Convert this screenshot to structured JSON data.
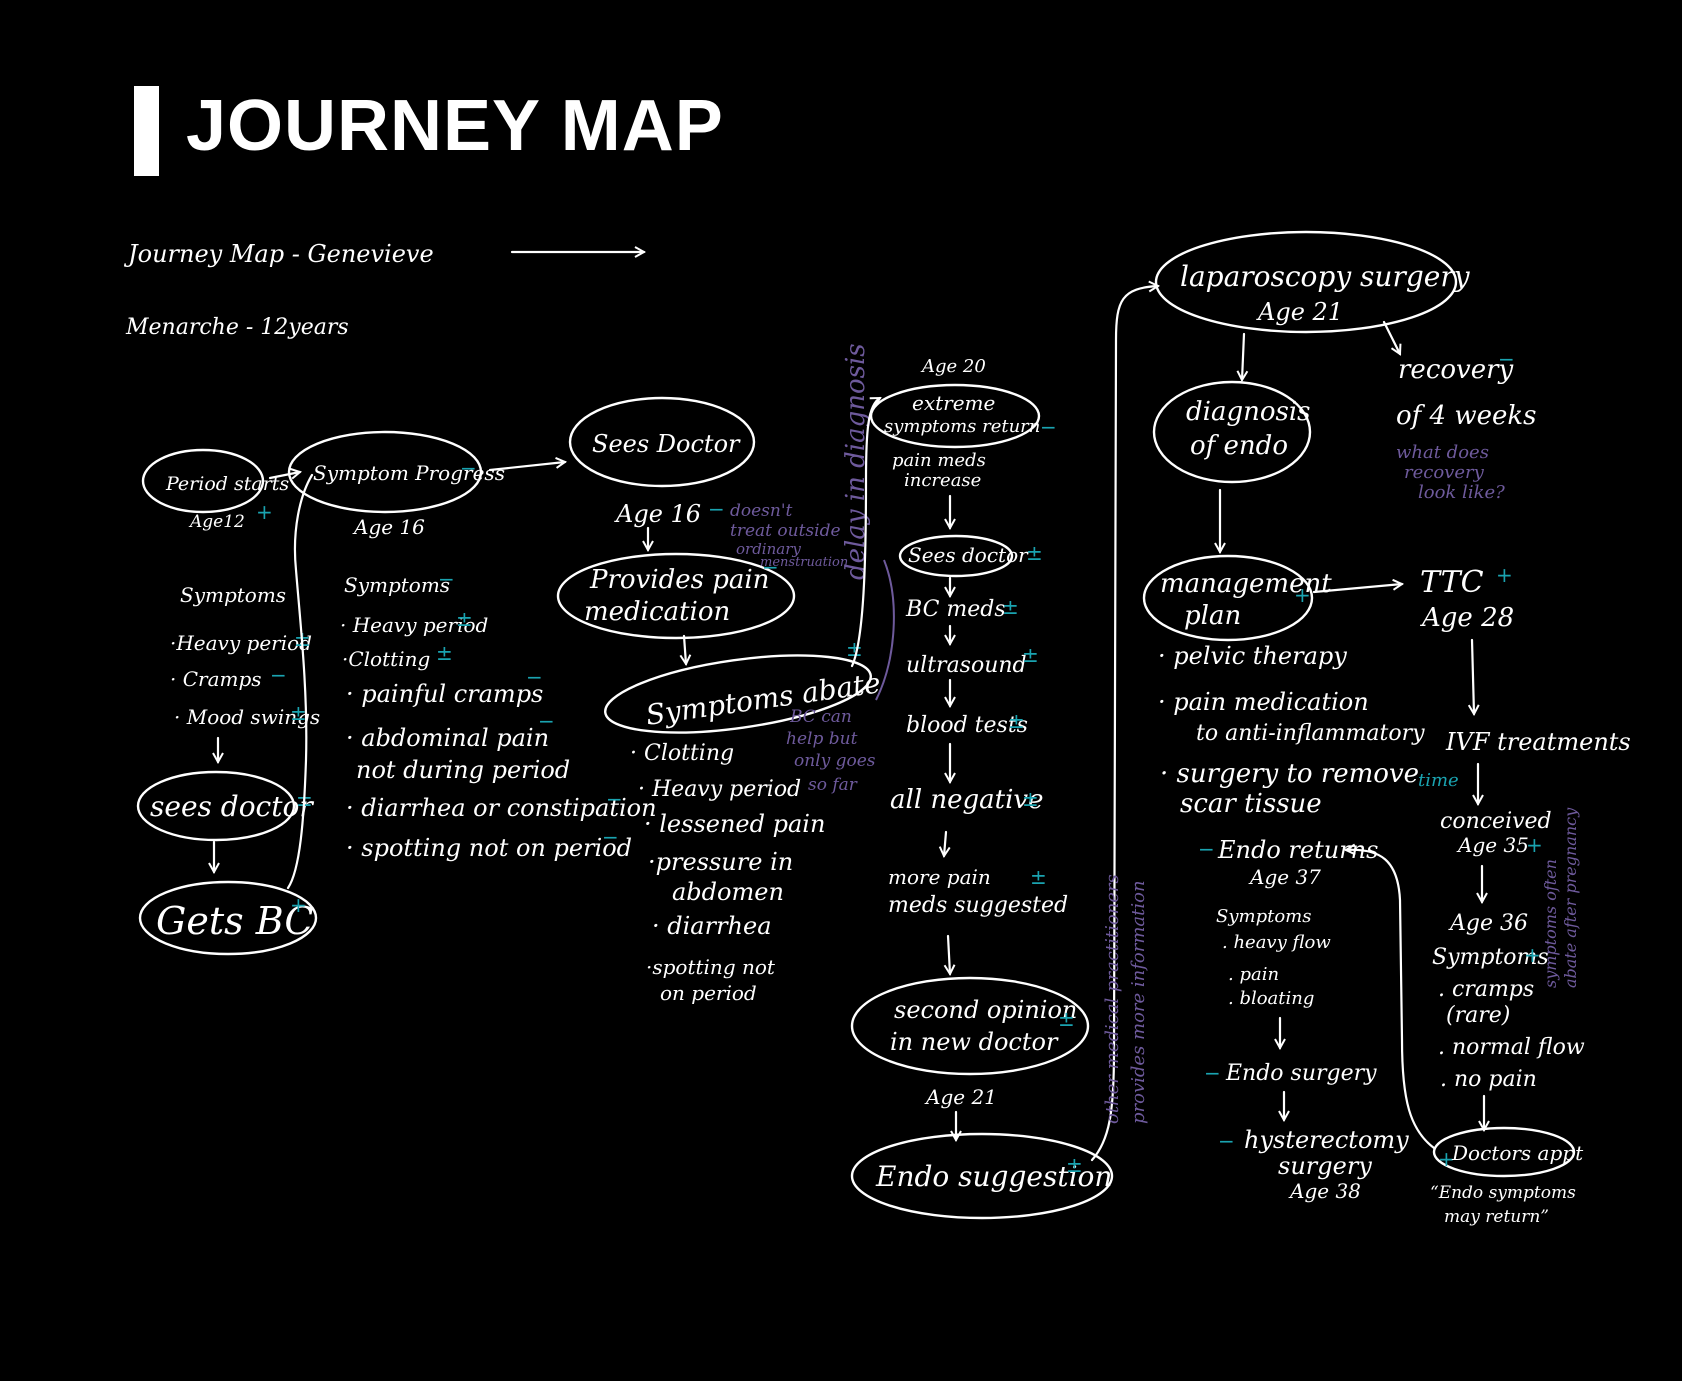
{
  "title": "JOURNEY MAP",
  "header": {
    "journey_label": "Journey Map - Genevieve",
    "menarche": "Menarche - 12years"
  },
  "nodes": {
    "period_starts": "Period starts",
    "age12": "Age12",
    "symptom_progress": "Symptom Progress",
    "age16a": "Age 16",
    "sees_doctor_1": "Sees Doctor",
    "age16b": "Age 16",
    "provides_pain_1": "Provides pain",
    "provides_pain_2": "medication",
    "symptoms_abate": "Symptoms abate",
    "sees_doctor_2": "sees doctor",
    "gets_bc": "Gets BC",
    "age20": "Age 20",
    "extreme_1": "extreme",
    "extreme_2": "symptoms return",
    "pain_meds_1": "pain meds",
    "pain_meds_2": "increase",
    "sees_doctor_3": "Sees doctor",
    "bc_meds": "BC meds",
    "ultrasound": "ultrasound",
    "blood_tests": "blood tests",
    "all_negative": "all negative",
    "more_pain_1": "more pain",
    "more_pain_2": "meds suggested",
    "second_opinion_1": "second opinion",
    "second_opinion_2": "in new doctor",
    "age21a": "Age 21",
    "endo_suggestion": "Endo suggestion",
    "laparoscopy": "laparoscopy surgery",
    "age21b": "Age 21",
    "diagnosis_1": "diagnosis",
    "diagnosis_2": "of endo",
    "recovery_1": "recovery",
    "recovery_2": "of 4 weeks",
    "management_1": "management",
    "management_2": "plan",
    "ttc": "TTC",
    "age28": "Age 28",
    "ivf": "IVF treatments",
    "time": "time",
    "conceived": "conceived",
    "age35": "Age 35",
    "age36": "Age 36",
    "endo_returns": "Endo returns",
    "age37": "Age 37",
    "endo_surgery": "Endo surgery",
    "hyster_1": "hysterectomy",
    "hyster_2": "surgery",
    "age38": "Age 38",
    "doctors_appt": "Doctors appt",
    "quote_1": "“Endo symptoms",
    "quote_2": "may return”"
  },
  "lists": {
    "symptoms1_title": "Symptoms",
    "symptoms1": [
      "·Heavy period",
      "· Cramps",
      "· Mood swings"
    ],
    "symptoms2_title": "Symptoms",
    "symptoms2": [
      "· Heavy period",
      "·Clotting",
      "· painful cramps",
      "· abdominal pain",
      "not during period",
      "· diarrhea or constipation",
      "· spotting not on period"
    ],
    "symptoms3": [
      "· Clotting",
      "· Heavy period",
      "· lessened pain",
      "·pressure in",
      "abdomen",
      "· diarrhea",
      "·spotting not",
      "on period"
    ],
    "plan": [
      "· pelvic therapy",
      "· pain medication",
      "to anti-inflammatory",
      "· surgery to remove",
      "scar tissue"
    ],
    "symptoms37_title": "Symptoms",
    "symptoms37": [
      ". heavy flow",
      ". pain",
      ". bloating"
    ],
    "symptoms36_title": "Symptoms",
    "symptoms36": [
      ". cramps",
      "(rare)",
      ". normal flow",
      ". no pain"
    ]
  },
  "notes": {
    "doesnt_treat": [
      "doesn't",
      "treat outside",
      "ordinary",
      "menstruation"
    ],
    "delay": "delay in diagnosis",
    "bc_help": [
      "BC can",
      "help but",
      "only goes",
      "so far"
    ],
    "other_practitioners": [
      "other medical practitioners",
      "provides more information"
    ],
    "what_recovery": [
      "what does",
      "recovery",
      "look like?"
    ],
    "abate_pregnancy": [
      "symptoms often",
      "abate after pregnancy"
    ]
  },
  "colors": {
    "background": "#000000",
    "ink": "#ffffff",
    "sign": "#1aa3b0",
    "note": "#6e5a9c"
  }
}
